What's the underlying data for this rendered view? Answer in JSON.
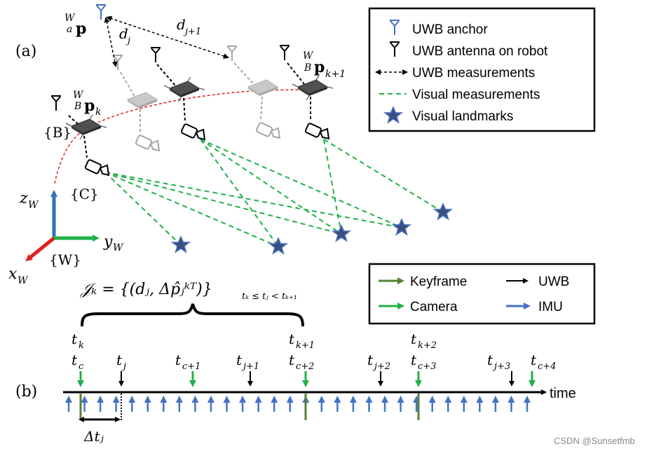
{
  "panel_a": {
    "label": "(a)",
    "anchor_symbol": "p",
    "anchor_pre_sup": "W",
    "anchor_pre_sub": "a",
    "dj_main": "d",
    "dj_sub": "j",
    "dj1_main": "d",
    "dj1_sub": "j+1",
    "pk_pre_sup": "W",
    "pk_pre_sub": "B",
    "pk_main": "p",
    "pk_sub": "k",
    "pk1_pre_sup": "W",
    "pk1_pre_sub": "B",
    "pk1_main": "p",
    "pk1_sub": "k+1",
    "frame_b": "{B}",
    "frame_c": "{C}",
    "frame_w": "{W}",
    "axis_z_main": "z",
    "axis_z_sub": "W",
    "axis_y_main": "y",
    "axis_y_sub": "W",
    "axis_x_main": "x",
    "axis_x_sub": "W"
  },
  "legend_a": {
    "items": [
      {
        "label": "UWB anchor",
        "icon": "blue-antenna-icon",
        "color": "#4472c4"
      },
      {
        "label": "UWB antenna on robot",
        "icon": "black-antenna-icon",
        "color": "#000000"
      },
      {
        "label": "UWB measurements",
        "icon": "double-arrow-dashed-icon",
        "color": "#000000"
      },
      {
        "label": "Visual measurements",
        "icon": "green-dashed-line-icon",
        "color": "#22b04a"
      },
      {
        "label": "Visual landmarks",
        "icon": "star-icon",
        "color": "#3b4f7e"
      }
    ]
  },
  "formula": {
    "text": "𝒥ₖ = {(dⱼ, Δp̂ⱼᵏᵀ)}",
    "subscript": "tₖ ≤ tⱼ < tₖ₊₁"
  },
  "legend_b": {
    "keyframe": {
      "label": "Keyframe",
      "color": "#548235"
    },
    "camera": {
      "label": "Camera",
      "color": "#22b04a"
    },
    "uwb": {
      "label": "UWB",
      "color": "#000000"
    },
    "imu": {
      "label": "IMU",
      "color": "#4472c4"
    }
  },
  "panel_b": {
    "label": "(b)",
    "time_label": "time",
    "delta_label": "Δtⱼ",
    "ticks": [
      {
        "main": "t",
        "sub": "k"
      },
      {
        "main": "t",
        "sub": "c"
      },
      {
        "main": "t",
        "sub": "j"
      },
      {
        "main": "t",
        "sub": "c+1"
      },
      {
        "main": "t",
        "sub": "j+1"
      },
      {
        "main": "t",
        "sub": "k+1"
      },
      {
        "main": "t",
        "sub": "c+2"
      },
      {
        "main": "t",
        "sub": "j+2"
      },
      {
        "main": "t",
        "sub": "k+2"
      },
      {
        "main": "t",
        "sub": "c+3"
      },
      {
        "main": "t",
        "sub": "j+3"
      },
      {
        "main": "t",
        "sub": "c+4"
      }
    ]
  },
  "watermark": "CSDN @Sunsetfmb"
}
